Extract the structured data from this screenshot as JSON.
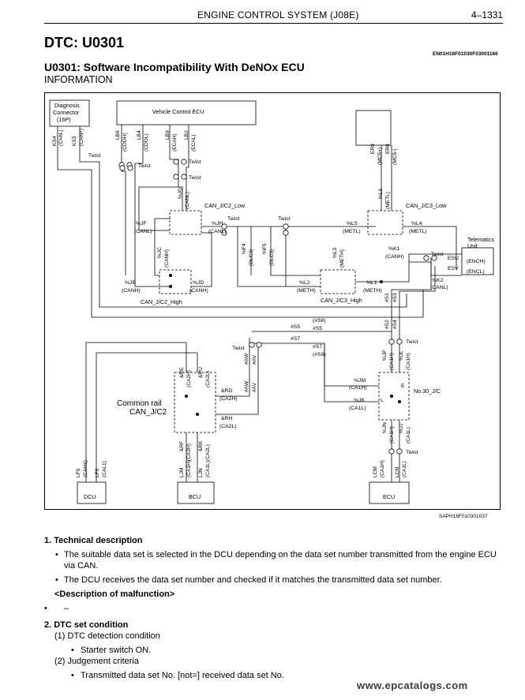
{
  "header": {
    "title": "ENGINE CONTROL SYSTEM (J08E)",
    "page": "4–1331"
  },
  "dtc": {
    "title": "DTC: U0301",
    "code": "EN01H16F01030F03001166"
  },
  "subtitle": "U0301: Software Incompatibility With DeNOx ECU",
  "information": "INFORMATION",
  "diagram": {
    "figure_id": "SAPH16F010301037",
    "labels": {
      "diag_connector": [
        "Diagnosis",
        "Connector",
        "(16P)"
      ],
      "vehicle_ecu": "Vehicle Control ECU",
      "telematics": [
        "Telematics",
        "Unit"
      ],
      "common_rail": [
        "Common rail",
        "CAN_J/C2"
      ],
      "can_jc2_low": "CAN_J/C2_Low",
      "can_jc2_high": "CAN_J/C2_High",
      "can_jc3_low": "CAN_J/C3_Low",
      "can_jc3_high": "CAN_J/C3_High",
      "no30_jc": "No.30_J/C",
      "dcu": "DCU",
      "bcu": "BCU",
      "ecu": "ECU",
      "twist": "Twist"
    },
    "pins": {
      "ks4": "KS4",
      "ks4_sig": "(CAN-)",
      "ks3": "KS3",
      "ks3_sig": "(CAN+)",
      "lb8": "LB8",
      "lb8_sig": "(CDGH)",
      "lb4": "LB4",
      "lb4_sig": "(CDGL)",
      "lb9": "LB9",
      "lb9_sig": "(ECAH)",
      "lb2": "LB2",
      "lb2_sig": "(ECAL)",
      "er9": "ER9",
      "er9_sig": "(MC5+)",
      "er8": "ER8",
      "er8_sig": "(MC5-)",
      "jg": "%JG",
      "jg_sig": "(CANL)",
      "jf": "%JF",
      "jf_sig": "(CANL)",
      "jh": "%JH",
      "jh_sig": "(CANL)",
      "jc": "%JC",
      "jc_sig": "(CANH)",
      "jb": "%JB",
      "jb_sig": "(CANH)",
      "jd": "%JD",
      "jd_sig": "(CANH)",
      "f4": "%F4",
      "f4_sig": "(DLC3)",
      "f5": "%F5",
      "f5_sig": "(DLC3)",
      "l6": "%L6",
      "l6_sig": "(METL)",
      "l5": "%L5",
      "l5_sig": "(METL)",
      "l4": "%L4",
      "l4_sig": "(METL)",
      "l3": "%L3",
      "l3_sig": "(METH)",
      "l2": "%L2",
      "l2_sig": "(METH)",
      "l1": "%L1",
      "l1_sig": "(METH)",
      "k1": "%K1",
      "k1_sig": "(CANH)",
      "k2": "%K2",
      "k2_sig": "(CANL)",
      "esu": "ESU",
      "esu_sig": "(ENCH)",
      "esv": "ESV",
      "esv_sig": "(ENCL)",
      "s1": "#S1",
      "s2": "#S2",
      "s3": "#S3",
      "s4": "#S4",
      "s5": "#S5",
      "s6": "(#S6)",
      "s5b": "#S5",
      "s7": "#S7",
      "s7b": "#S7",
      "s8": "(#S8)",
      "aw": "#AW",
      "av": "#AV",
      "aw2": "#AW",
      "av2": "#AV",
      "jp": "%JP",
      "jp_sig": "(CA1H)",
      "jl": "%JL",
      "jl_sig": "(CA1H)",
      "jm": "%JM",
      "jm_sig": "(CA1H)",
      "jk": "%JK",
      "jk_sig": "(CA1L)",
      "jn": "%JN",
      "jn_sig": "(CA1H)",
      "jj": "%JJ",
      "jj_sig": "(CA1L)",
      "re": "&RE",
      "re_sig": "(CA2H)",
      "ru": "&RU",
      "ru_sig": "(CA2L)",
      "rd": "&RD",
      "rd_sig": "(CA2H)",
      "rh": "&RH",
      "rh_sig": "(CA2L)",
      "rf": "&RF",
      "rf_sig": "(CA2H)",
      "rk": "&RK",
      "rk_sig": "(CA2L)",
      "lf5": "LF5",
      "lf5_sig": "(CAH1)",
      "lf6": "LF6",
      "lf6_sig": "(CAL1)",
      "ljm": "LJM",
      "ljm_sig": "(CA1H)",
      "ljn": "LJN",
      "ljn_sig": "(CA1L)",
      "lcm": "LCM",
      "lcm_sig": "(CA1H)",
      "lcn": "LCN",
      "lcn_sig": "(CA1L)",
      "e_l": "L",
      "e_e": "E"
    }
  },
  "sections": {
    "s1_title": "1. Technical description",
    "s1_b1": "The suitable data set is selected in the DCU depending on the data set number transmitted from the engine ECU via CAN.",
    "s1_b2": "The DCU receives the data set number and checked if it matches the transmitted data set number.",
    "s1_desc": "<Description of malfunction>",
    "s1_bullet": "•",
    "s1_dash": "–",
    "s2_title": "2. DTC set condition",
    "s2_1": "(1)  DTC detection condition",
    "s2_1a": "Starter switch ON.",
    "s2_2": "(2)  Judgement criteria",
    "s2_2a": "Transmitted data set No. [not=] received data set No."
  },
  "watermark": "www.epcatalogs.com"
}
